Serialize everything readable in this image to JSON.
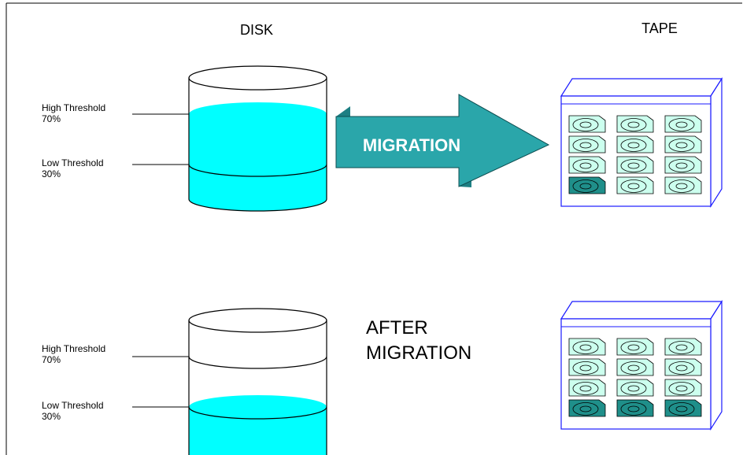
{
  "headings": {
    "disk": "DISK",
    "tape": "TAPE"
  },
  "top": {
    "high_threshold": {
      "line1": "High Threshold",
      "line2": "70%"
    },
    "low_threshold": {
      "line1": "Low Threshold",
      "line2": "30%"
    },
    "arrow_label": "MIGRATION",
    "disk_fill_level": 0.7
  },
  "bottom": {
    "high_threshold": {
      "line1": "High Threshold",
      "line2": "70%"
    },
    "low_threshold": {
      "line1": "Low Threshold",
      "line2": "30%"
    },
    "caption": {
      "line1": "AFTER",
      "line2": "MIGRATION"
    },
    "disk_fill_level": 0.3
  },
  "colors": {
    "disk_fill": "#00ffff",
    "arrow_face": "#2aa6aa",
    "arrow_dark": "#1d7f83",
    "arrow_text": "#ffffff",
    "library_frame": "#1a1aff",
    "cartridge_light": "#ccffee",
    "cartridge_dark": "#1f8f8a"
  },
  "tape_library_top": {
    "rows": [
      [
        "light",
        "light",
        "light"
      ],
      [
        "light",
        "light",
        "light"
      ],
      [
        "light",
        "light",
        "light"
      ],
      [
        "dark",
        "light",
        "light"
      ]
    ]
  },
  "tape_library_bottom": {
    "rows": [
      [
        "light",
        "light",
        "light"
      ],
      [
        "light",
        "light",
        "light"
      ],
      [
        "light",
        "light",
        "light"
      ],
      [
        "dark",
        "dark",
        "dark"
      ]
    ]
  }
}
